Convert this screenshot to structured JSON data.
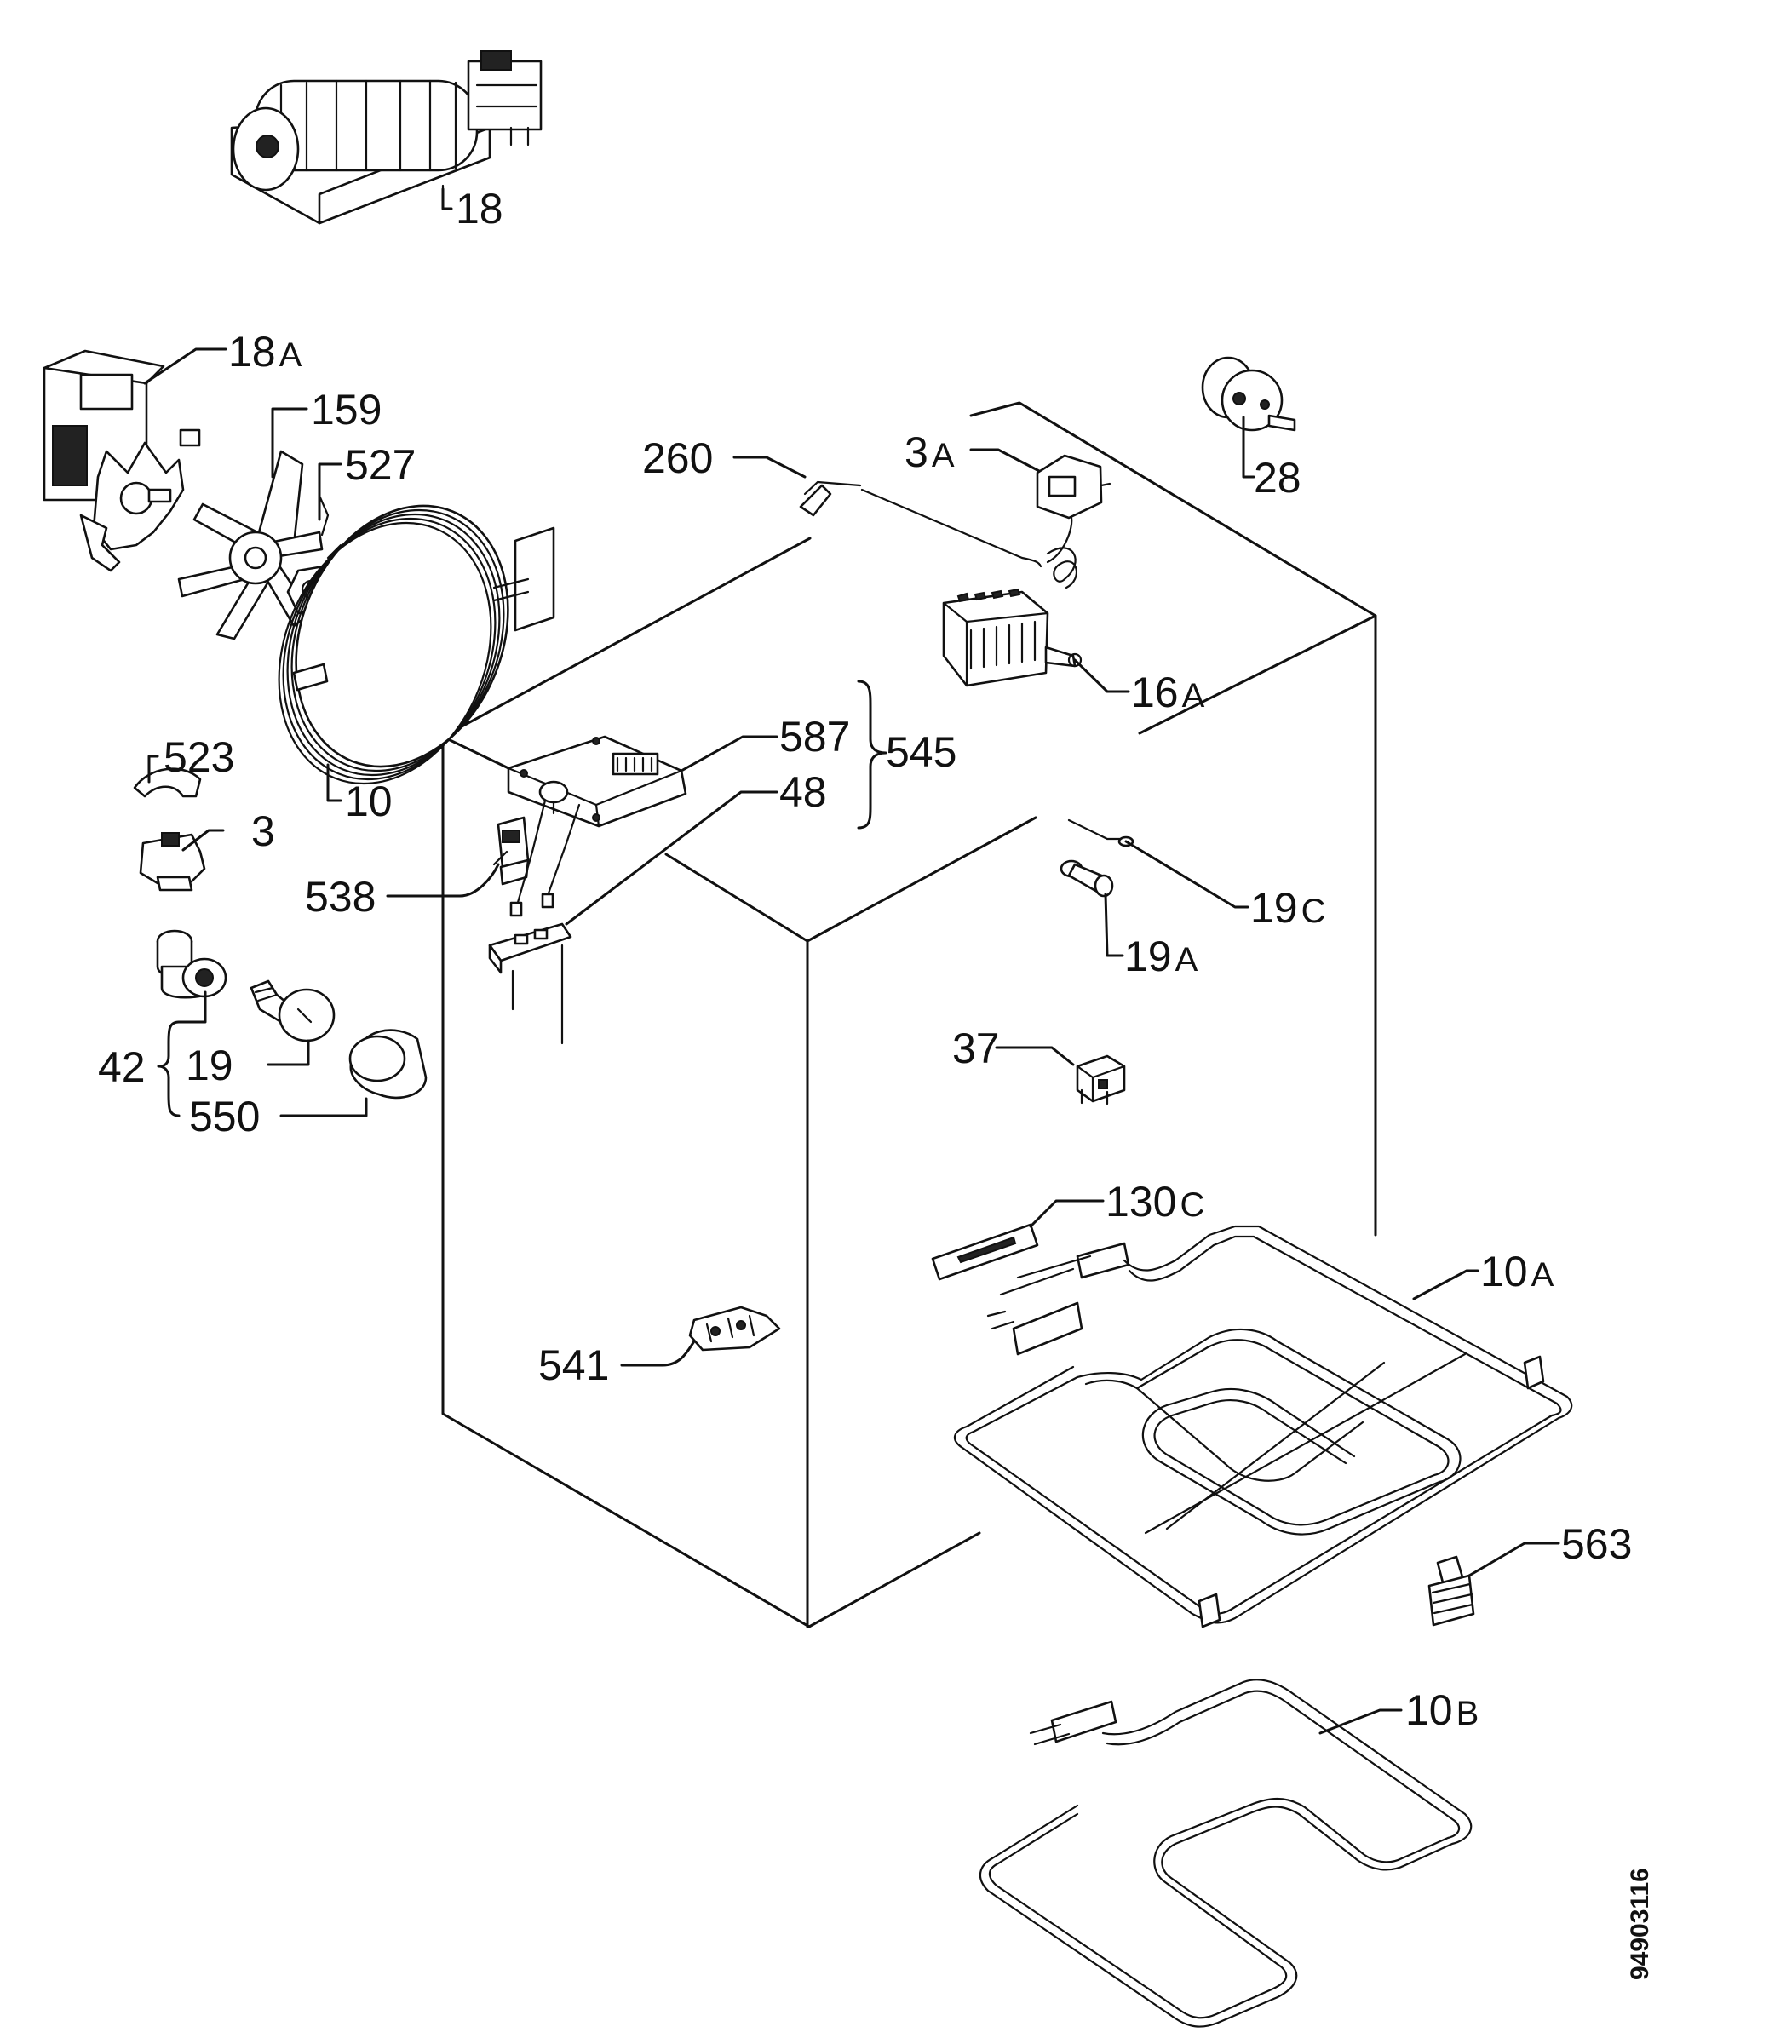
{
  "diagram": {
    "document_id": "94903116",
    "labels": {
      "p18": "18",
      "p18a_num": "18",
      "p18a_sub": "A",
      "p159": "159",
      "p527": "527",
      "p10": "10",
      "p523": "523",
      "p3": "3",
      "p538": "538",
      "p42": "42",
      "p19": "19",
      "p550": "550",
      "p260": "260",
      "p3a_num": "3",
      "p3a_sub": "A",
      "p28": "28",
      "p16a_num": "16",
      "p16a_sub": "A",
      "p587": "587",
      "p48": "48",
      "p545": "545",
      "p19c_num": "19",
      "p19c_sub": "C",
      "p19a_num": "19",
      "p19a_sub": "A",
      "p37": "37",
      "p130c_num": "130",
      "p130c_sub": "C",
      "p10a_num": "10",
      "p10a_sub": "A",
      "p541": "541",
      "p563": "563",
      "p10b_num": "10",
      "p10b_sub": "B"
    }
  }
}
